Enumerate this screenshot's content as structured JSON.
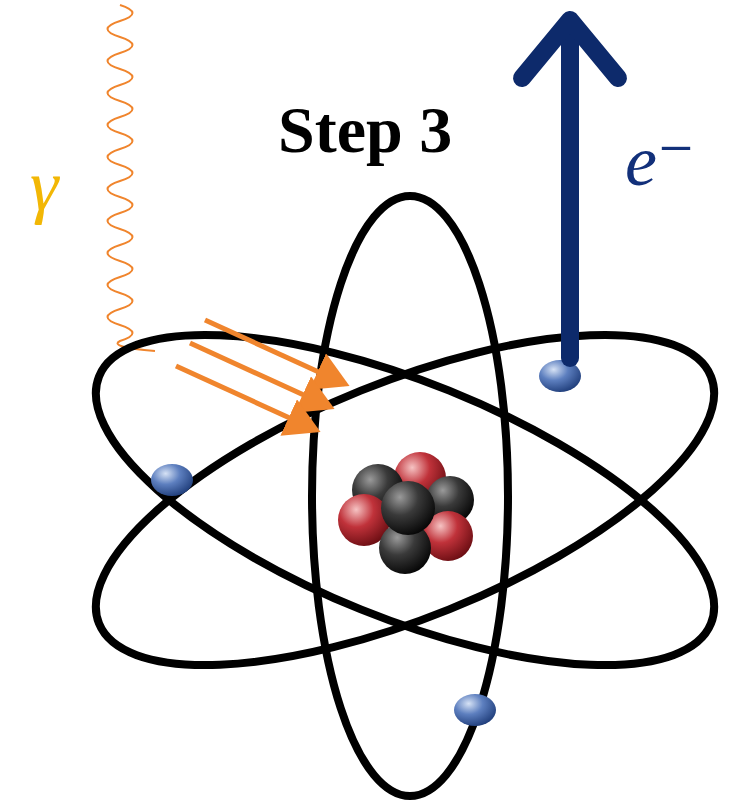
{
  "diagram": {
    "labels": [
      "γ",
      "Step 3",
      "e⁻"
    ]
  }
}
